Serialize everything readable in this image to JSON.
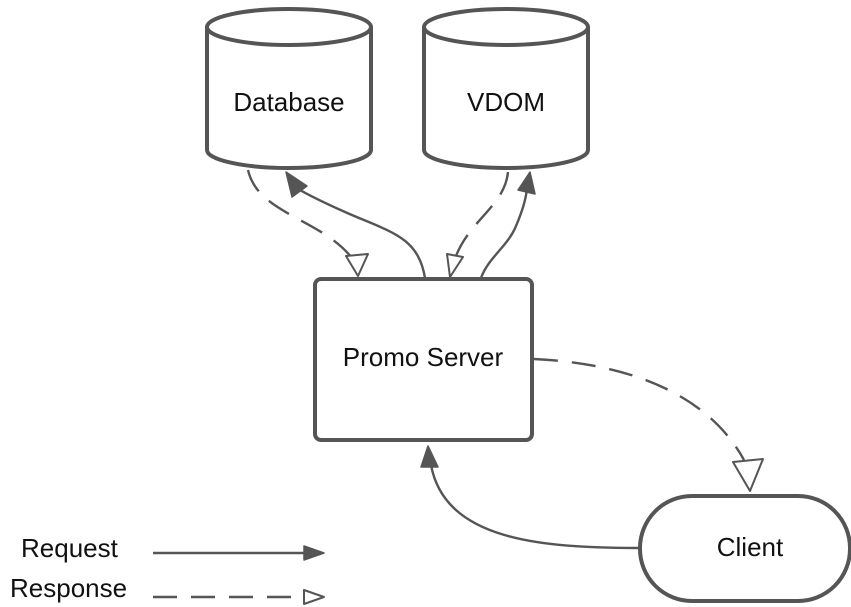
{
  "nodes": {
    "database": "Database",
    "vdom": "VDOM",
    "promo_server": "Promo Server",
    "client": "Client"
  },
  "legend": {
    "request": "Request",
    "response": "Response"
  },
  "colors": {
    "stroke": "#555555",
    "text": "#111111",
    "background": "#ffffff"
  }
}
